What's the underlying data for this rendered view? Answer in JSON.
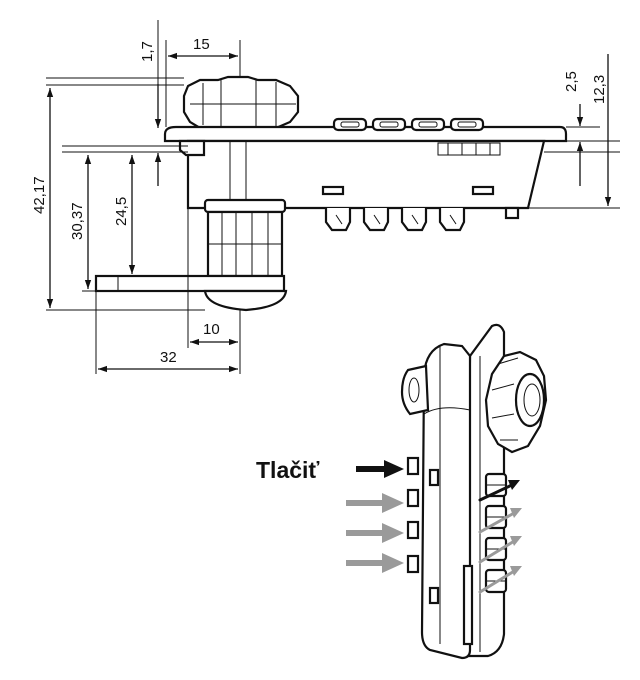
{
  "dimensions": {
    "width_top": "15",
    "offset_top": "1,7",
    "right_small": "2,5",
    "right_large": "12,3",
    "height_total": "42,17",
    "height_mid": "30,37",
    "height_inner": "24,5",
    "base_inner": "10",
    "base_width": "32"
  },
  "callout": {
    "push_label": "Tlačiť"
  },
  "colors": {
    "line": "#111111",
    "arrow_gray": "#9a9a9a",
    "arrow_black": "#111111"
  }
}
